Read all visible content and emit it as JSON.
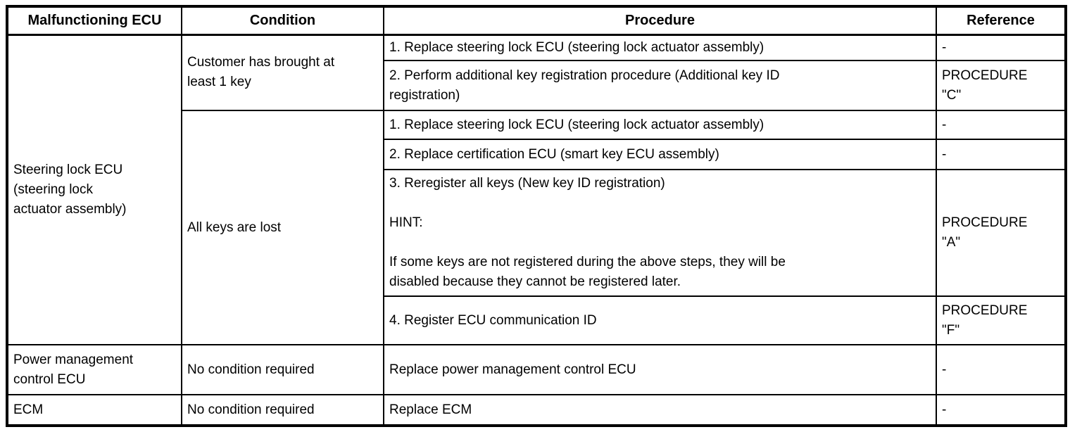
{
  "table": {
    "columns": {
      "ecu": "Malfunctioning ECU",
      "condition": "Condition",
      "procedure": "Procedure",
      "reference": "Reference"
    },
    "steering": {
      "ecu": "Steering lock ECU\n(steering lock\nactuator assembly)",
      "condition_key_brought": "Customer has brought at\nleast 1 key",
      "condition_all_lost": "All keys are lost",
      "p1": "1. Replace steering lock ECU (steering lock actuator assembly)",
      "p1_ref": "-",
      "p2": "2. Perform additional key registration procedure (Additional key ID\nregistration)",
      "p2_ref": "PROCEDURE\n\"C\"",
      "p3": "1. Replace steering lock ECU (steering lock actuator assembly)",
      "p3_ref": "-",
      "p4": "2. Replace certification ECU (smart key ECU assembly)",
      "p4_ref": "-",
      "p5": "3. Reregister all keys (New key ID registration)\n\nHINT:\n\nIf some keys are not registered during the above steps, they will be\ndisabled because they cannot be registered later.",
      "p5_ref": "PROCEDURE\n\"A\"",
      "p6": "4. Register ECU communication ID",
      "p6_ref": "PROCEDURE\n\"F\""
    },
    "power_management": {
      "ecu": "Power management\ncontrol ECU",
      "condition": "No condition required",
      "procedure": "Replace power management control ECU",
      "reference": "-"
    },
    "ecm": {
      "ecu": "ECM",
      "condition": "No condition required",
      "procedure": "Replace ECM",
      "reference": "-"
    }
  }
}
